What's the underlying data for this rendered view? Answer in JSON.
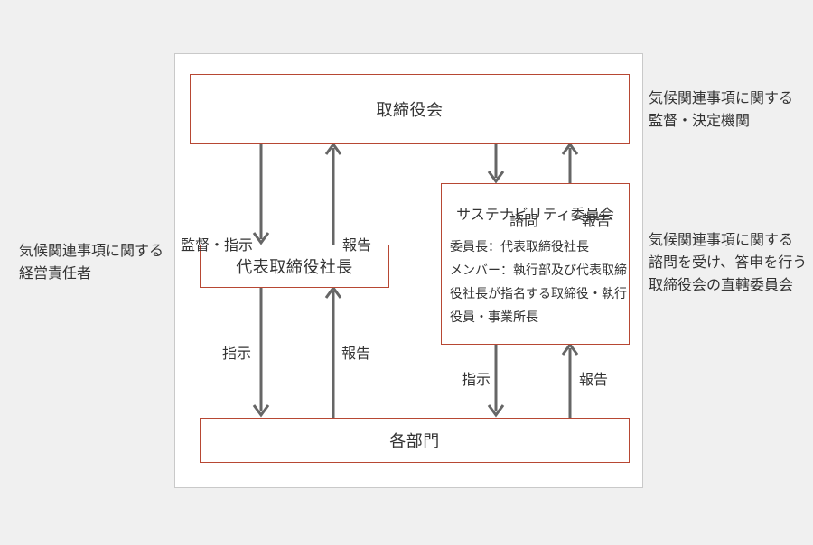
{
  "colors": {
    "page_background": "#f0f0f0",
    "panel_background": "#ffffff",
    "panel_border": "#c9c9c9",
    "box_border": "#b74733",
    "arrow": "#666666",
    "text": "#333333"
  },
  "boxes": {
    "board": "取締役会",
    "president": "代表取締役社長",
    "departments": "各部門",
    "committee": {
      "title": "サステナビリティ委員会",
      "lines": [
        "委員長：代表取締役社長",
        "メンバー：執行部及び代表取締",
        "役社長が指名する取締役・執行",
        "役員・事業所長"
      ]
    }
  },
  "arrow_labels": {
    "board_to_president": "監督・指示",
    "president_to_board": "報告",
    "board_to_committee": "諮問",
    "committee_to_board": "報告",
    "president_to_departments": "指示",
    "departments_to_president": "報告",
    "committee_to_departments": "指示",
    "departments_to_committee": "報告"
  },
  "annotations": {
    "board_note": [
      "気候関連事項に関する",
      "監督・決定機関"
    ],
    "president_note": [
      "気候関連事項に関する",
      "経営責任者"
    ],
    "committee_note": [
      "気候関連事項に関する",
      "諮問を受け、答申を行う",
      "取締役会の直轄委員会"
    ]
  }
}
